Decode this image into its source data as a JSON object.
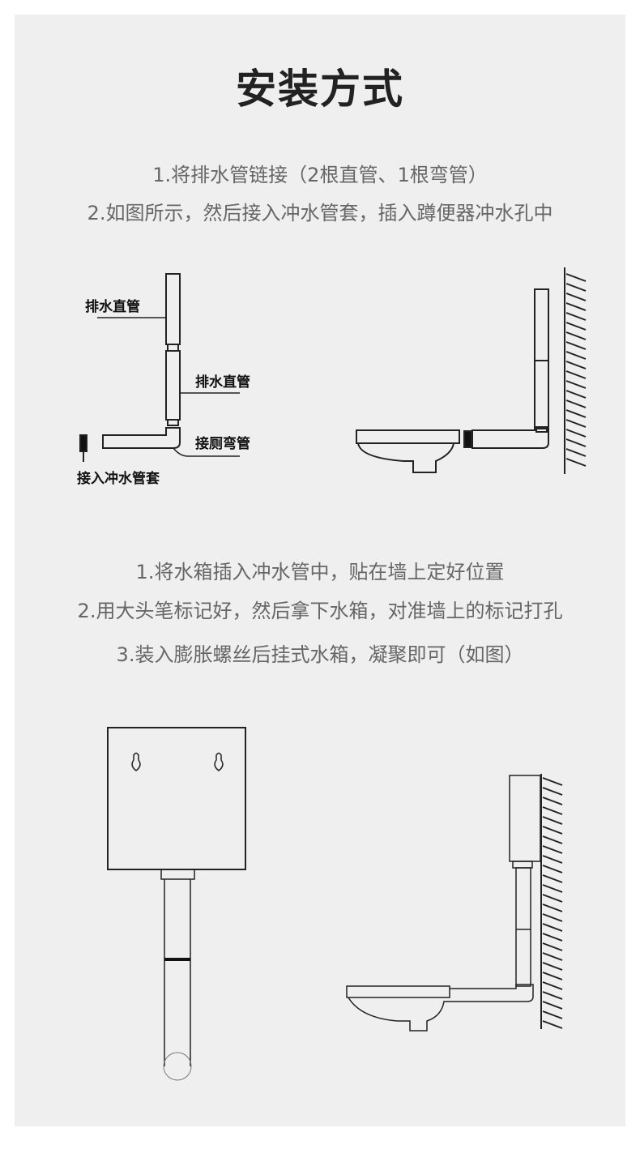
{
  "title": "安装方式",
  "section1": {
    "steps": [
      "1.将排水管链接（2根直管、1根弯管）",
      "2.如图所示，然后接入冲水管套，插入蹲便器冲水孔中"
    ],
    "labels": {
      "upper_pipe": "排水直管",
      "lower_pipe": "排水直管",
      "elbow": "接厕弯管",
      "sleeve": "接入冲水管套"
    }
  },
  "section2": {
    "steps": [
      "1.将水箱插入冲水管中，贴在墙上定好位置",
      "2.用大头笔标记好，然后拿下水箱，对准墙上的标记打孔",
      "3.装入膨胀螺丝后挂式水箱，凝聚即可（如图）"
    ]
  }
}
